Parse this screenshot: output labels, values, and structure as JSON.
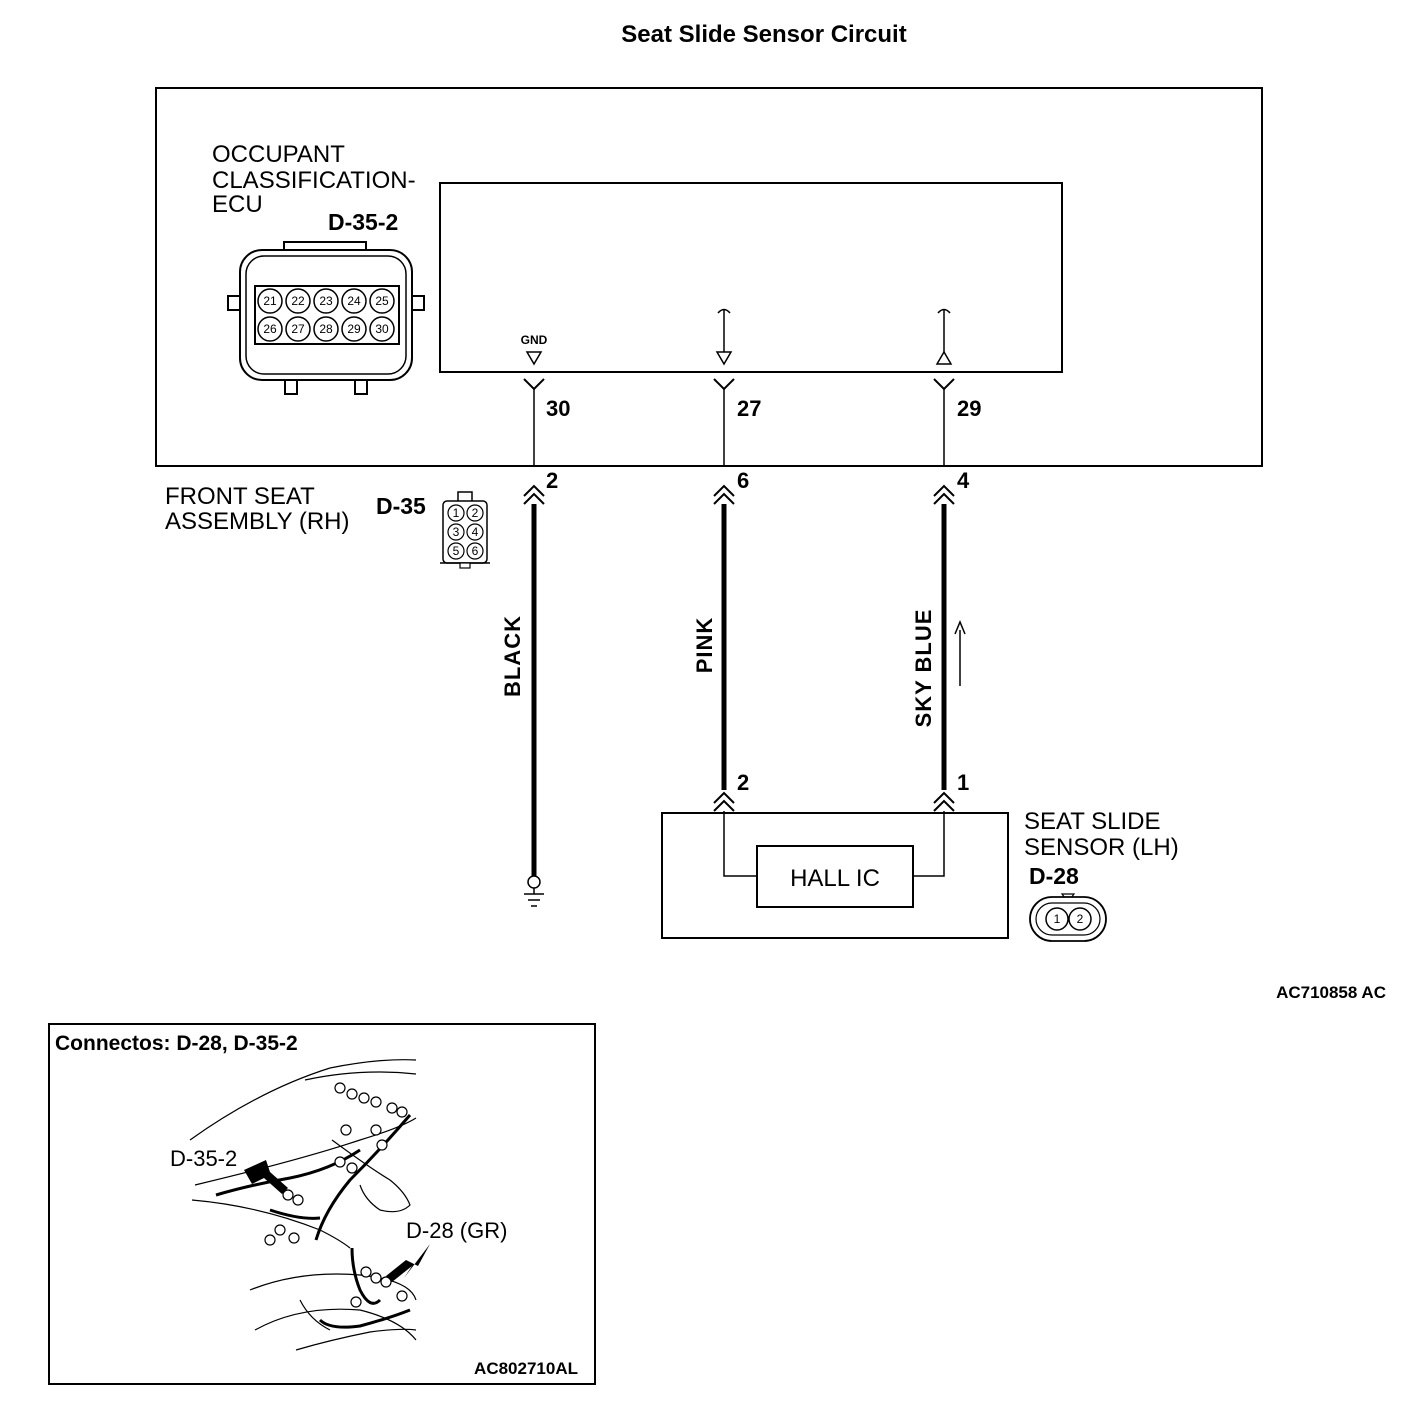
{
  "title": "Seat Slide Sensor Circuit",
  "ecu": {
    "label_lines": [
      "OCCUPANT",
      "CLASSIFICATION-",
      "ECU"
    ],
    "connector_id": "D-35-2",
    "pins_top": [
      "21",
      "22",
      "23",
      "24",
      "25"
    ],
    "pins_bottom": [
      "26",
      "27",
      "28",
      "29",
      "30"
    ],
    "gnd_label": "GND",
    "terminals": [
      "30",
      "27",
      "29"
    ]
  },
  "front_seat": {
    "label_lines": [
      "FRONT SEAT",
      "ASSEMBLY (RH)"
    ],
    "connector_id": "D-35",
    "pins": [
      "1",
      "2",
      "3",
      "4",
      "5",
      "6"
    ],
    "terminals": [
      "2",
      "6",
      "4"
    ]
  },
  "wires": [
    "BLACK",
    "PINK",
    "SKY BLUE"
  ],
  "sensor": {
    "label_lines": [
      "SEAT SLIDE",
      "SENSOR (LH)"
    ],
    "connector_id": "D-28",
    "pins": [
      "1",
      "2"
    ],
    "terminals": [
      "2",
      "1"
    ],
    "hall_ic": "HALL IC"
  },
  "diagram_code": "AC710858 AC",
  "inset": {
    "title": "Connectos: D-28, D-35-2",
    "label_d352": "D-35-2",
    "label_d28": "D-28 (GR)",
    "code": "AC802710AL"
  }
}
